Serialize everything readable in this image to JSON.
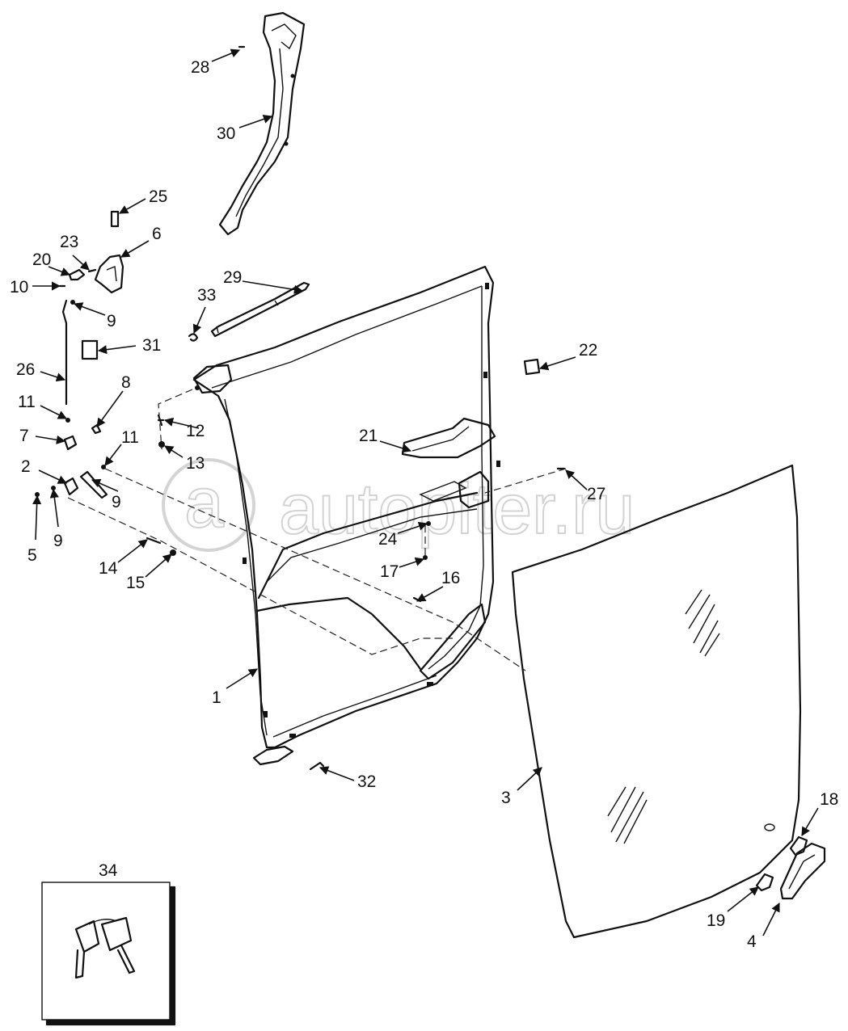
{
  "watermark": "autopiter.ru",
  "callouts": {
    "c1": "1",
    "c2": "2",
    "c3": "3",
    "c4": "4",
    "c5": "5",
    "c6": "6",
    "c7": "7",
    "c8": "8",
    "c9a": "9",
    "c9b": "9",
    "c9c": "9",
    "c10": "10",
    "c11a": "11",
    "c11b": "11",
    "c12": "12",
    "c13": "13",
    "c14": "14",
    "c15": "15",
    "c16": "16",
    "c17": "17",
    "c18": "18",
    "c19": "19",
    "c20": "20",
    "c21": "21",
    "c22": "22",
    "c23": "23",
    "c24": "24",
    "c25": "25",
    "c26": "26",
    "c27": "27",
    "c28": "28",
    "c29": "29",
    "c30": "30",
    "c31": "31",
    "c32": "32",
    "c33": "33",
    "c34": "34"
  }
}
